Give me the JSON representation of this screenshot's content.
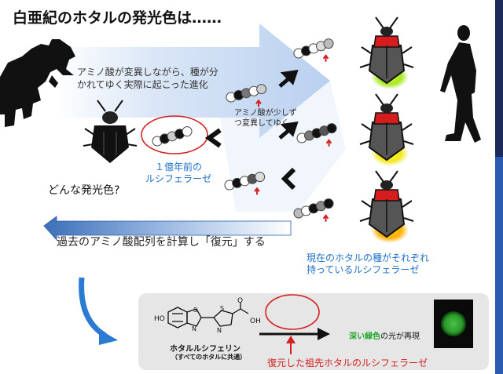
{
  "title": "白亜紀のホタルの発光色は……",
  "labels": {
    "amino_change": "アミノ酸が変異しながら、種が分かれてゆく実際に起こった進化",
    "amino_slow": "アミノ酸が少しずつ変異してゆく",
    "question": "どんな発光色?",
    "ancient_luciferase_line1": "１億年前の",
    "ancient_luciferase_line2": "ルシフェラーゼ",
    "restore": "過去のアミノ酸配列を計算し「復元」する",
    "current_line1": "現在のホタルの種がそれぞれ",
    "current_line2": "持っているルシフェラーゼ",
    "luciferin_name": "ホタルルシフェリン",
    "luciferin_note": "（すべてのホタルに共通）",
    "green_strong": "深い緑色",
    "green_rest": "の光が再現",
    "ancestor": "復元した祖先ホタルのルシフェラーゼ",
    "ho": "HO",
    "oh": "OH",
    "o": "O",
    "n1": "N",
    "n2": "N",
    "s1": "S",
    "s2": "S"
  },
  "colors": {
    "accent_blue": "#1e70c8",
    "red": "#d42020",
    "green": "#1ea62c",
    "arrow_fill": "#c4d8f2"
  }
}
